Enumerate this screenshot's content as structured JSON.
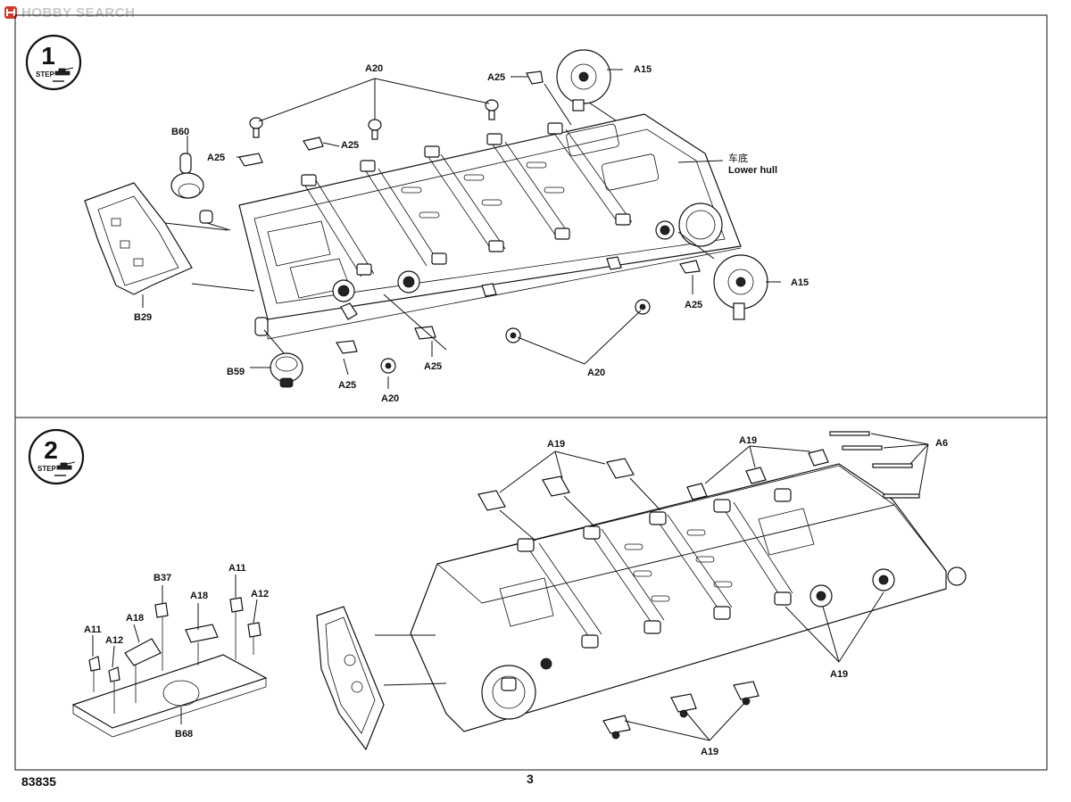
{
  "watermark": {
    "text": "HOBBY SEARCH",
    "icon": "hobby-search-logo-icon"
  },
  "steps": [
    {
      "number": "1",
      "step_word": "STEP",
      "hull_label_cn": "车底",
      "hull_label_en": "Lower hull",
      "labels": {
        "a20_top": "A20",
        "a25_top": "A25",
        "a15_top": "A15",
        "b60": "B60",
        "a25_left": "A25",
        "a25_mid": "A25",
        "b29": "B29",
        "b59": "B59",
        "a25_bot1": "A25",
        "a20_bot1": "A20",
        "a25_bot2": "A25",
        "a20_bot2": "A20",
        "a25_right": "A25",
        "a15_right": "A15"
      }
    },
    {
      "number": "2",
      "step_word": "STEP",
      "labels": {
        "a19_top1": "A19",
        "a19_top2": "A19",
        "a6": "A6",
        "a19_right": "A19",
        "a19_bottom": "A19",
        "b37": "B37",
        "a11_top": "A11",
        "a12_top": "A12",
        "a18_mid": "A18",
        "a18_left": "A18",
        "a11_left": "A11",
        "a12_left": "A12",
        "b68": "B68"
      }
    }
  ],
  "footer": {
    "code": "83835",
    "page": "3"
  }
}
